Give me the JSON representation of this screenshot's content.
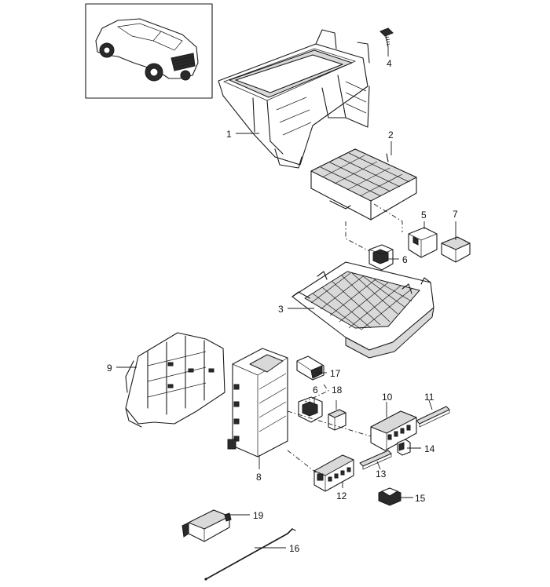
{
  "callouts": [
    {
      "id": "1",
      "label": "1"
    },
    {
      "id": "2",
      "label": "2"
    },
    {
      "id": "3",
      "label": "3"
    },
    {
      "id": "4",
      "label": "4"
    },
    {
      "id": "5",
      "label": "5"
    },
    {
      "id": "6a",
      "label": "6"
    },
    {
      "id": "6b",
      "label": "6"
    },
    {
      "id": "7",
      "label": "7"
    },
    {
      "id": "8",
      "label": "8"
    },
    {
      "id": "9",
      "label": "9"
    },
    {
      "id": "10",
      "label": "10"
    },
    {
      "id": "11",
      "label": "11"
    },
    {
      "id": "12",
      "label": "12"
    },
    {
      "id": "13",
      "label": "13"
    },
    {
      "id": "14",
      "label": "14"
    },
    {
      "id": "15",
      "label": "15"
    },
    {
      "id": "16",
      "label": "16"
    },
    {
      "id": "17",
      "label": "17"
    },
    {
      "id": "18",
      "label": "18"
    },
    {
      "id": "19",
      "label": "19"
    }
  ],
  "icons": {
    "vehicle_thumbnail": "car-thumbnail-icon"
  }
}
